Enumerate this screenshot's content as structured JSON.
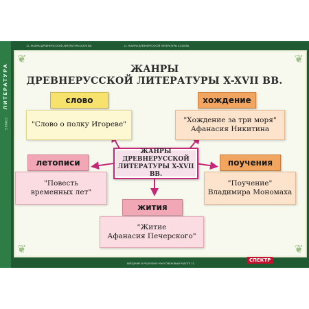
{
  "sidebar": {
    "subject": "ЛИТЕРАТУРА",
    "grade": "5 КЛАСС"
  },
  "header": {
    "caption_left": "12. ЖАНРЫ ДРЕВНЕРУССКОЙ ЛИТЕРАТУРЫ X-XVII ВВ.",
    "caption_center": "12. ЖАНРЫ ДРЕВНЕРУССКОЙ ЛИТЕРАТУРЫ X-XVII ВВ."
  },
  "title": {
    "line1": "ЖАНРЫ",
    "line2": "ДРЕВНЕРУССКОЙ ЛИТЕРАТУРЫ X-XVII ВВ."
  },
  "center": {
    "line1": "ЖАНРЫ",
    "line2": "ДРЕВНЕРУССКОЙ",
    "line3": "ЛИТЕРАТУРЫ X-XVII ВВ."
  },
  "genres": [
    {
      "label": "слово",
      "example_line1": "\"Слово о полку Игореве\"",
      "example_line2": ""
    },
    {
      "label": "хождение",
      "example_line1": "\"Хождение за три моря\"",
      "example_line2": "Афанасия Никитина"
    },
    {
      "label": "летописи",
      "example_line1": "\"Повесть",
      "example_line2": "временных лет\""
    },
    {
      "label": "поучения",
      "example_line1": "\"Поучение\"",
      "example_line2": "Владимира Мономаха"
    },
    {
      "label": "жития",
      "example_line1": "\"Житие",
      "example_line2": "Афанасия Печерского\""
    }
  ],
  "footer": {
    "caption": "ВВЕДЕНИЕ В РЕЦЕНЗИЮ МНОГОВЕКОВЫЙ РАБОТЕ 12.",
    "logo": "СПЕКТР"
  },
  "colors": {
    "frame": "#1f5a32",
    "center_border": "#c62878",
    "arrow": "#c62878"
  }
}
